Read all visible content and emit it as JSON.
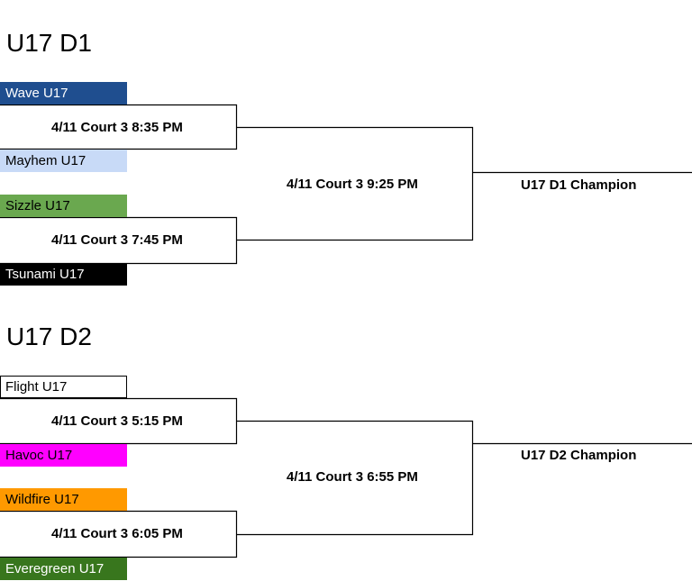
{
  "brackets": [
    {
      "title": "U17 D1",
      "teams": [
        {
          "name": "Wave U17",
          "bg": "#1f4e8f",
          "fg": "#ffffff"
        },
        {
          "name": "Mayhem U17",
          "bg": "#c8daf7",
          "fg": "#000000"
        },
        {
          "name": "Sizzle U17",
          "bg": "#6aa84f",
          "fg": "#000000"
        },
        {
          "name": "Tsunami U17",
          "bg": "#000000",
          "fg": "#ffffff"
        }
      ],
      "games": [
        "4/11 Court 3 8:35 PM",
        "4/11 Court 3 7:45 PM"
      ],
      "final": "4/11 Court 3 9:25 PM",
      "champion": "U17 D1 Champion"
    },
    {
      "title": "U17 D2",
      "teams": [
        {
          "name": "Flight U17",
          "bg": "#ffffff",
          "fg": "#000000"
        },
        {
          "name": "Havoc U17",
          "bg": "#ff00ff",
          "fg": "#000000"
        },
        {
          "name": "Wildfire U17",
          "bg": "#ff9900",
          "fg": "#000000"
        },
        {
          "name": "Everegreen U17",
          "bg": "#38761d",
          "fg": "#ffffff"
        }
      ],
      "games": [
        "4/11 Court 3 5:15 PM",
        "4/11 Court 3 6:05 PM"
      ],
      "final": "4/11 Court 3 6:55 PM",
      "champion": "U17 D2 Champion"
    }
  ]
}
